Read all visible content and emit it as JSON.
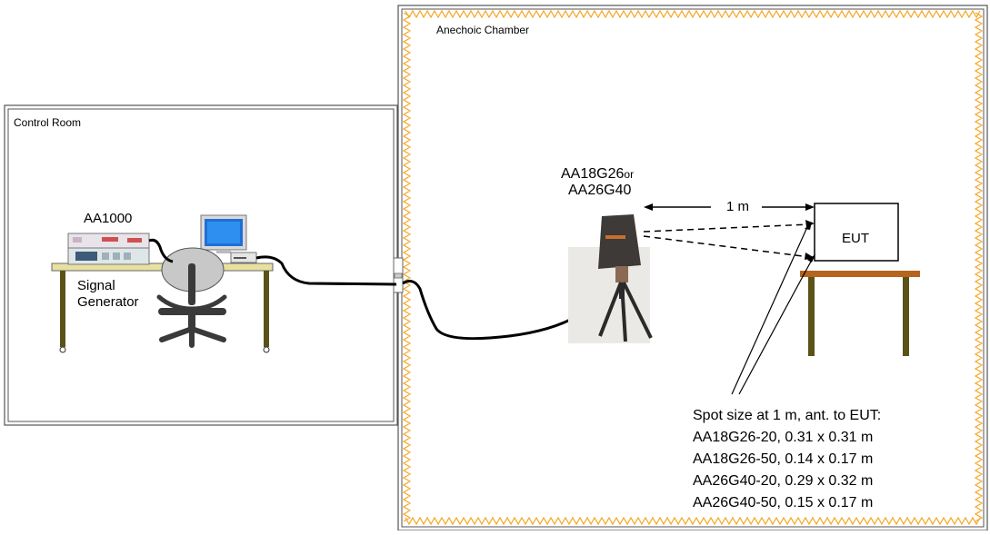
{
  "rooms": {
    "control_room": "Control Room",
    "anechoic_chamber": "Anechoic Chamber"
  },
  "equipment": {
    "amplifier": "AA1000",
    "signal_generator_line1": "Signal",
    "signal_generator_line2": "Generator",
    "antenna_line1": "AA18G26",
    "antenna_or": "or",
    "antenna_line2": "AA26G40",
    "eut": "EUT"
  },
  "distance_label": "1 m",
  "spot_size": {
    "heading": "Spot size at 1 m, ant. to EUT:",
    "rows": [
      "AA18G26-20, 0.31 x 0.31 m",
      "AA18G26-50, 0.14 x 0.17 m",
      "AA26G40-20, 0.29 x 0.32 m",
      "AA26G40-50, 0.15 x 0.17 m"
    ]
  },
  "colors": {
    "chamber_zigzag": "#f5a623",
    "desk_top": "#e8e0a0",
    "desk_legs": "#5a5218",
    "eut_table": "#b5651d",
    "eut_table_legs": "#5a5218"
  }
}
